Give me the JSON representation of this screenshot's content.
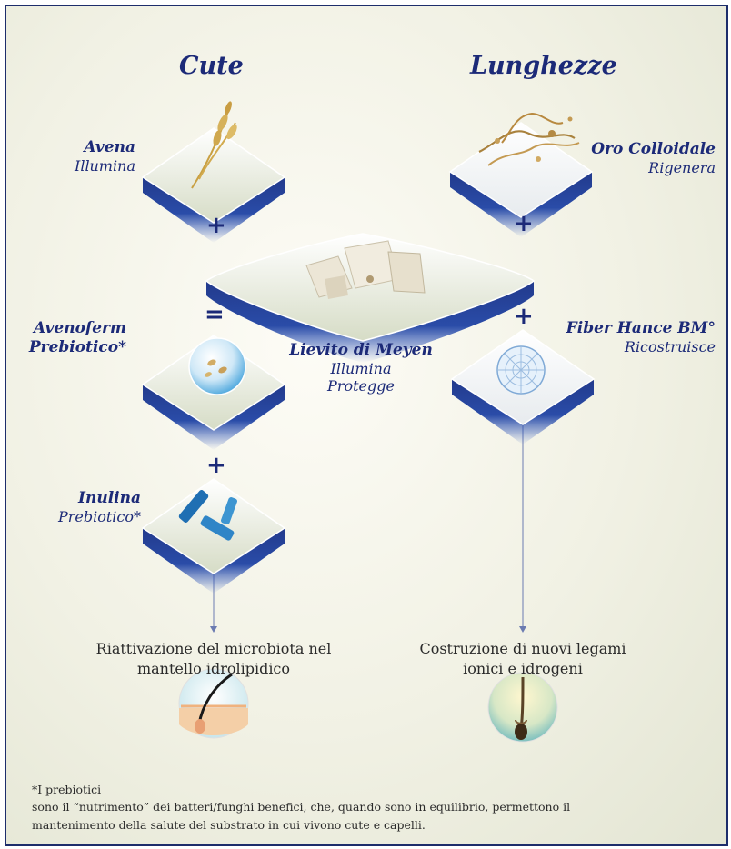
{
  "columns": {
    "left_title": "Cute",
    "right_title": "Lunghezze"
  },
  "ingredients": {
    "avena": {
      "name": "Avena",
      "effect": "Illumina"
    },
    "oro": {
      "name": "Oro Colloidale",
      "effect": "Rigenera"
    },
    "lievito": {
      "name": "Lievito di Meyen",
      "effect_1": "Illumina",
      "effect_2": "Protegge"
    },
    "avenoferm": {
      "name_1": "Avenoferm",
      "name_2": "Prebiotico*"
    },
    "fiber": {
      "name": "Fiber Hance BM°",
      "effect": "Ricostruisce"
    },
    "inulina": {
      "name": "Inulina",
      "effect": "Prebiotico*"
    }
  },
  "operators": {
    "plus": "+",
    "equals": "="
  },
  "results": {
    "left": {
      "line_1": "Riattivazione del microbiota nel",
      "line_2": "mantello idrolipidico"
    },
    "right": {
      "line_1": "Costruzione di nuovi legami",
      "line_2": "ionici e idrogeni"
    }
  },
  "footnote": {
    "title": "*I prebiotici",
    "line_1": "sono il “nutrimento” dei batteri/funghi benefici, che, quando sono in equilibrio, permettono il",
    "line_2": "mantenimento della salute del substrato in cui vivono cute e capelli."
  }
}
